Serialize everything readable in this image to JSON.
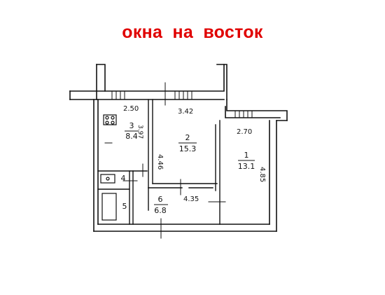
{
  "header": {
    "title": "окна на восток"
  },
  "plan": {
    "dims": {
      "top_left": "2.50",
      "top_middle": "3.42",
      "top_right": "2.70",
      "hall_side": "4.35",
      "room2_side": "4.46",
      "room3_side": "3.97",
      "room1_side": "4.85"
    },
    "rooms": [
      {
        "number": "3",
        "area": "8.4"
      },
      {
        "number": "2",
        "area": "15.3"
      },
      {
        "number": "1",
        "area": "13.1"
      },
      {
        "number": "6",
        "area": "6.8"
      },
      {
        "number": "4",
        "area": ""
      },
      {
        "number": "5",
        "area": ""
      }
    ]
  }
}
